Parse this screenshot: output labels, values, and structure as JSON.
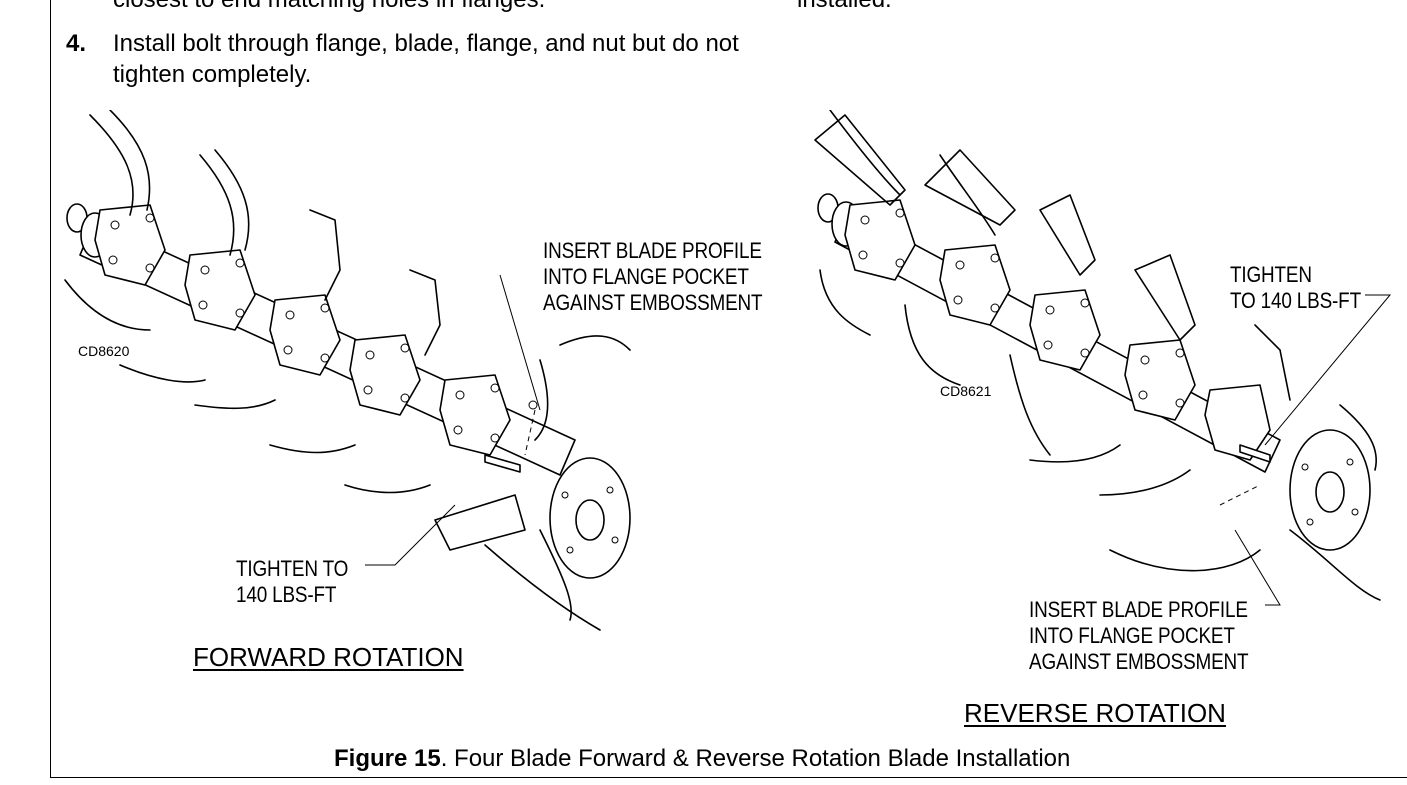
{
  "previous_text": {
    "left_cut_line": "closest to end matching holes in flanges.",
    "right_cut_line": "installed."
  },
  "step": {
    "number": "4.",
    "text": "Install bolt through flange, blade, flange, and nut but do not tighten completely."
  },
  "forward": {
    "code": "CD8620",
    "callout_insert": [
      "INSERT BLADE PROFILE",
      "INTO FLANGE POCKET",
      "AGAINST EMBOSSMENT"
    ],
    "callout_tighten": [
      "TIGHTEN TO",
      "140 LBS-FT"
    ],
    "label": "FORWARD ROTATION"
  },
  "reverse": {
    "code": "CD8621",
    "callout_tighten": [
      "TIGHTEN",
      "TO 140 LBS-FT"
    ],
    "callout_insert": [
      "INSERT BLADE PROFILE",
      "INTO FLANGE POCKET",
      "AGAINST EMBOSSMENT"
    ],
    "label": "REVERSE ROTATION"
  },
  "caption": {
    "figure": "Figure 15",
    "text": ". Four Blade Forward & Reverse Rotation Blade Installation"
  }
}
